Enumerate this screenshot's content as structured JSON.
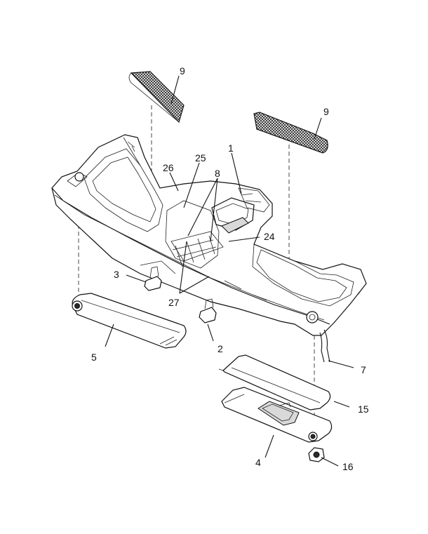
{
  "diagram": {
    "callouts": {
      "c1": "1",
      "c2": "2",
      "c3": "3",
      "c4": "4",
      "c5": "5",
      "c7": "7",
      "c8": "8",
      "c9a": "9",
      "c9b": "9",
      "c15": "15",
      "c16": "16",
      "c24": "24",
      "c25": "25",
      "c26": "26",
      "c27": "27"
    },
    "colors": {
      "line": "#111111",
      "background": "#ffffff",
      "mesh": "#333333"
    }
  }
}
